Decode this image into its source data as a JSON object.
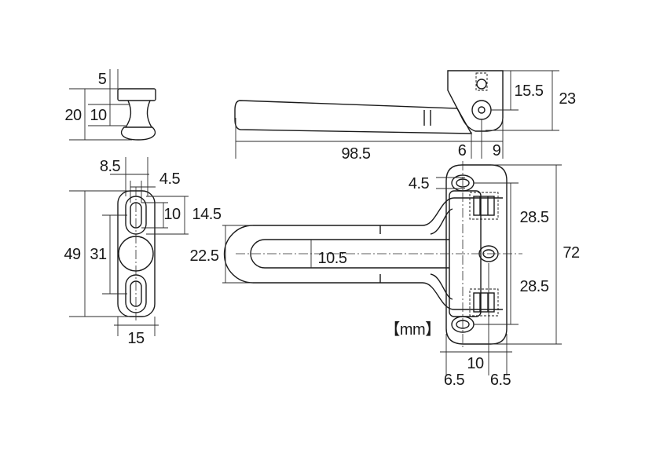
{
  "units_label": "【mm】",
  "knob_view": {
    "dim_top": "5",
    "dim_overall": "20",
    "dim_neck": "10"
  },
  "plate_view": {
    "dim_top_offset": "8.5",
    "dim_slot_width": "4.5",
    "dim_slot_inner": "10",
    "dim_slot_outer": "14.5",
    "dim_height": "49",
    "dim_pitch": "31",
    "dim_width": "15"
  },
  "lever_view": {
    "dim_length": "98.5",
    "dim_offset": "6",
    "dim_bracket": "9",
    "dim_pivot": "15.5",
    "dim_height": "23"
  },
  "main_view": {
    "dim_hole": "4.5",
    "dim_upper_pitch": "28.5",
    "dim_lower_pitch": "28.5",
    "dim_height": "72",
    "dim_arm": "22.5",
    "dim_slot": "10.5",
    "dim_left": "6.5",
    "dim_center": "10",
    "dim_right": "6.5"
  }
}
